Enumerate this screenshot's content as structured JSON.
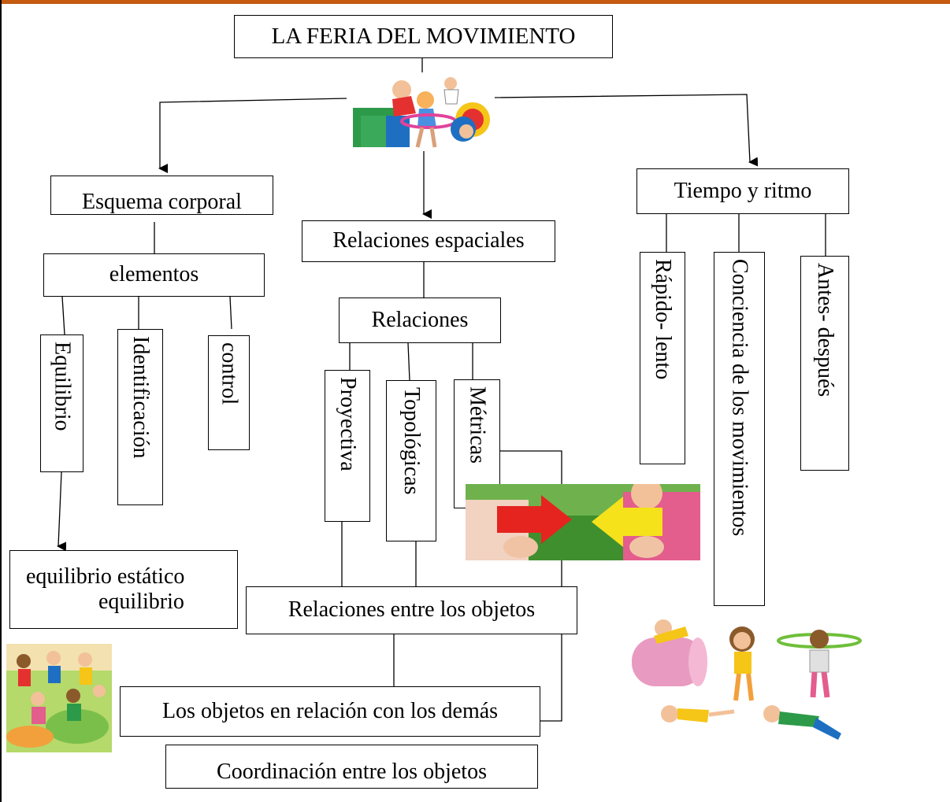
{
  "diagram": {
    "title": "LA FERIA DEL MOVIMIENTO",
    "branches": {
      "left": {
        "label": "Esquema corporal",
        "sub": "elementos",
        "items": [
          "Equilibrio",
          "Identificación",
          "control"
        ],
        "detail_line1": "equilibrio estático",
        "detail_line2": "equilibrio"
      },
      "middle": {
        "label": "Relaciones espaciales",
        "sub": "Relaciones",
        "items": [
          "Proyectiva",
          "Topológicas",
          "Métricas"
        ],
        "objects": "Relaciones entre los objetos",
        "others": "Los objetos en relación con los demás",
        "coordination": "Coordinación entre los objetos"
      },
      "right": {
        "label": "Tiempo y ritmo",
        "items": [
          "Rápido- lento",
          "Conciencia de los movimientos",
          "Antes- después"
        ]
      }
    }
  },
  "colors": {
    "border_top": "#c55a11",
    "line": "#000000",
    "arrow_red": "#e52420",
    "arrow_yellow": "#f5e21b",
    "grass": "#3f8f2f"
  },
  "icons": [
    "children-playing-illustration",
    "children-holding-arrows-photo",
    "kids-playground-illustration",
    "kids-exercising-illustration"
  ]
}
